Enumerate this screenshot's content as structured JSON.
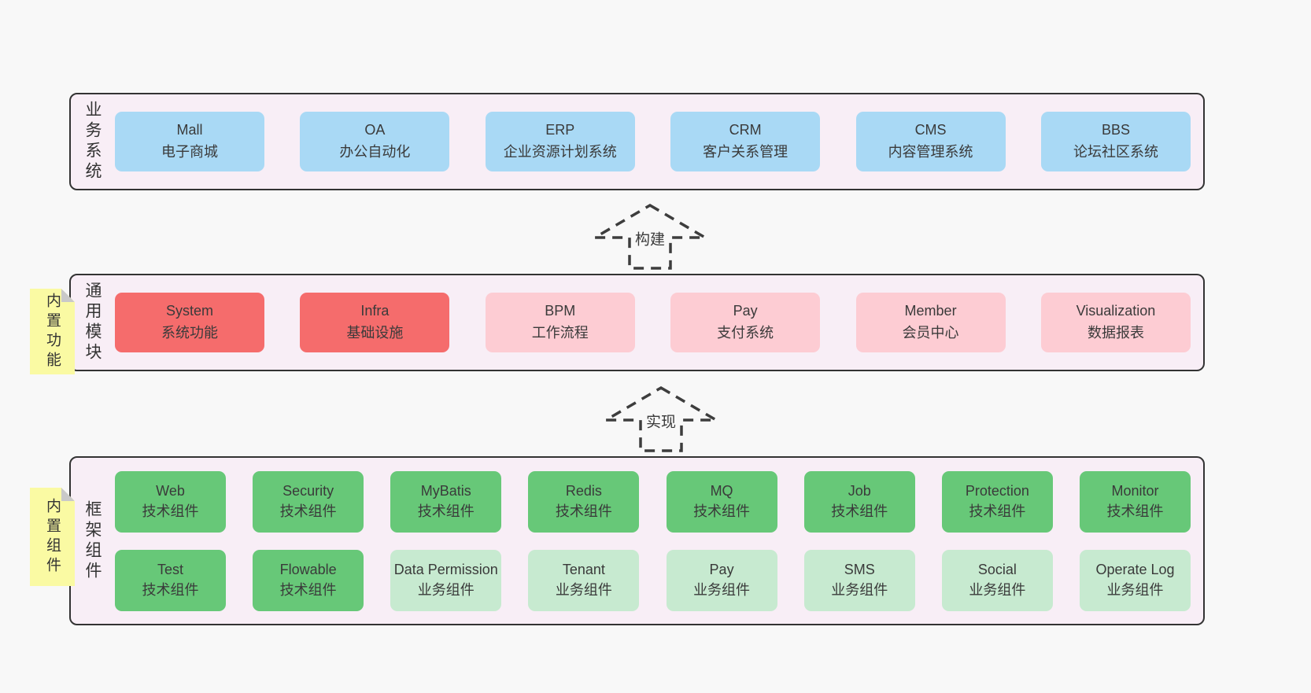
{
  "colors": {
    "page_bg": "#f8f8f8",
    "band_bg": "#f8eef6",
    "band_border": "#333333",
    "blue_box": "#a9d9f5",
    "red_box": "#f56c6c",
    "pink_box": "#fdccd3",
    "green_dark_box": "#67c878",
    "green_light_box": "#c7ead0",
    "sticky_bg": "#fafaa3",
    "sticky_fold": "#c9c9c9",
    "text": "#3a3a3a"
  },
  "arrows": [
    {
      "label": "构建"
    },
    {
      "label": "实现"
    }
  ],
  "bands": [
    {
      "label": "业务系统",
      "rows": [
        {
          "items": [
            {
              "title": "Mall",
              "subtitle": "电子商城"
            },
            {
              "title": "OA",
              "subtitle": "办公自动化"
            },
            {
              "title": "ERP",
              "subtitle": "企业资源计划系统"
            },
            {
              "title": "CRM",
              "subtitle": "客户关系管理"
            },
            {
              "title": "CMS",
              "subtitle": "内容管理系统"
            },
            {
              "title": "BBS",
              "subtitle": "论坛社区系统"
            }
          ]
        }
      ]
    },
    {
      "label": "通用模块",
      "sticky": "内置功能",
      "rows": [
        {
          "items": [
            {
              "title": "System",
              "subtitle": "系统功能"
            },
            {
              "title": "Infra",
              "subtitle": "基础设施"
            },
            {
              "title": "BPM",
              "subtitle": "工作流程"
            },
            {
              "title": "Pay",
              "subtitle": "支付系统"
            },
            {
              "title": "Member",
              "subtitle": "会员中心"
            },
            {
              "title": "Visualization",
              "subtitle": "数据报表"
            }
          ]
        }
      ]
    },
    {
      "label": "框架组件",
      "sticky": "内置组件",
      "rows": [
        {
          "items": [
            {
              "title": "Web",
              "subtitle": "技术组件"
            },
            {
              "title": "Security",
              "subtitle": "技术组件"
            },
            {
              "title": "MyBatis",
              "subtitle": "技术组件"
            },
            {
              "title": "Redis",
              "subtitle": "技术组件"
            },
            {
              "title": "MQ",
              "subtitle": "技术组件"
            },
            {
              "title": "Job",
              "subtitle": "技术组件"
            },
            {
              "title": "Protection",
              "subtitle": "技术组件"
            },
            {
              "title": "Monitor",
              "subtitle": "技术组件"
            }
          ]
        },
        {
          "items": [
            {
              "title": "Test",
              "subtitle": "技术组件"
            },
            {
              "title": "Flowable",
              "subtitle": "技术组件"
            },
            {
              "title": "Data Permission",
              "subtitle": "业务组件"
            },
            {
              "title": "Tenant",
              "subtitle": "业务组件"
            },
            {
              "title": "Pay",
              "subtitle": "业务组件"
            },
            {
              "title": "SMS",
              "subtitle": "业务组件"
            },
            {
              "title": "Social",
              "subtitle": "业务组件"
            },
            {
              "title": "Operate Log",
              "subtitle": "业务组件"
            }
          ]
        }
      ]
    }
  ]
}
